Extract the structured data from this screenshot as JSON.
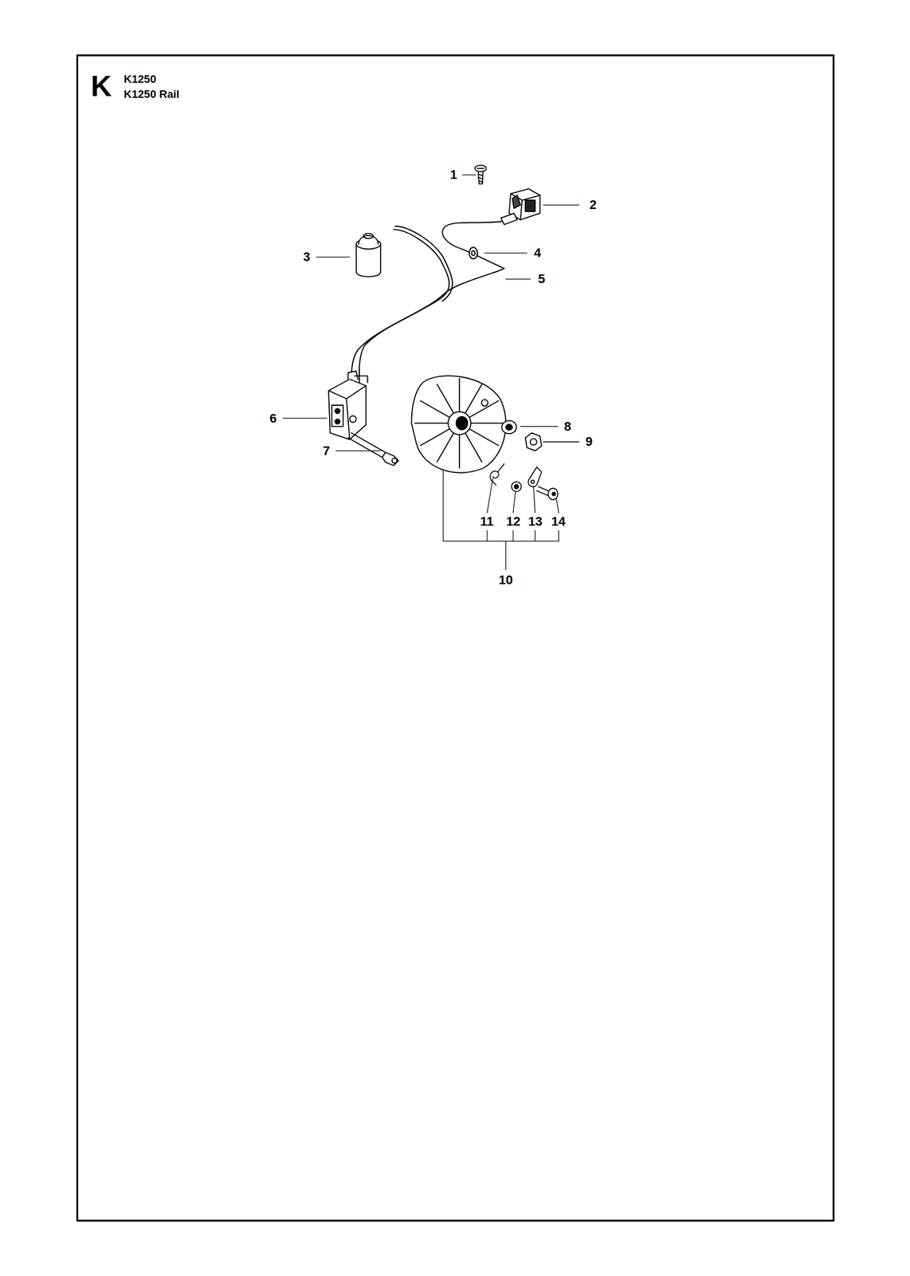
{
  "diagram": {
    "labels": [
      "K",
      "K1250",
      "K1250 Rail",
      "1",
      "2",
      "3",
      "4",
      "5",
      "6",
      "7",
      "8",
      "9",
      "11",
      "12",
      "13",
      "14",
      "10"
    ]
  }
}
